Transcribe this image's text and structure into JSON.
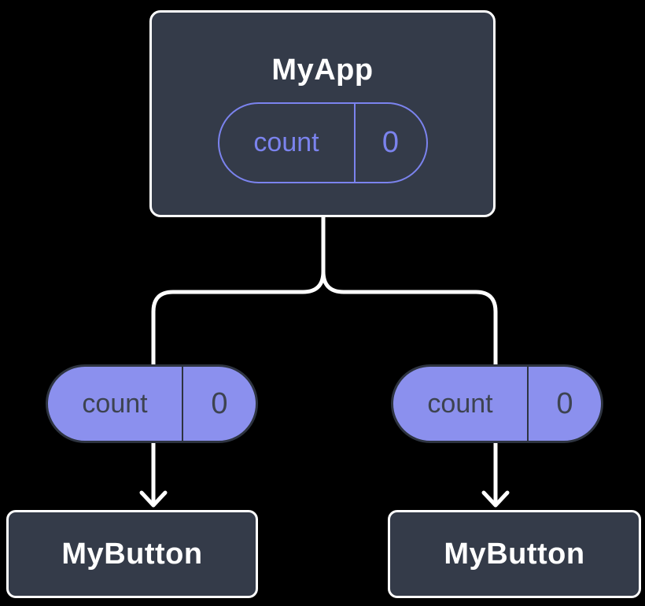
{
  "diagram": {
    "description": "Component tree: MyApp holds count state shared with two MyButton children",
    "root": {
      "title": "MyApp",
      "state": {
        "name": "count",
        "value": "0"
      }
    },
    "children": [
      {
        "label": "MyButton",
        "state": {
          "name": "count",
          "value": "0"
        }
      },
      {
        "label": "MyButton",
        "state": {
          "name": "count",
          "value": "0"
        }
      }
    ],
    "icons": [
      "arrow-down-icon",
      "arrow-down-icon"
    ],
    "colors": {
      "background": "#000000",
      "node_fill": "#343b49",
      "node_border": "#ffffff",
      "node_text": "#ffffff",
      "connector_line": "#ffffff",
      "state_pill_outline": "#7b83ee",
      "state_pill_fill": "#8b90ee",
      "state_pill_fill_border": "#2e3440",
      "state_pill_fill_text": "#3d4350"
    }
  }
}
